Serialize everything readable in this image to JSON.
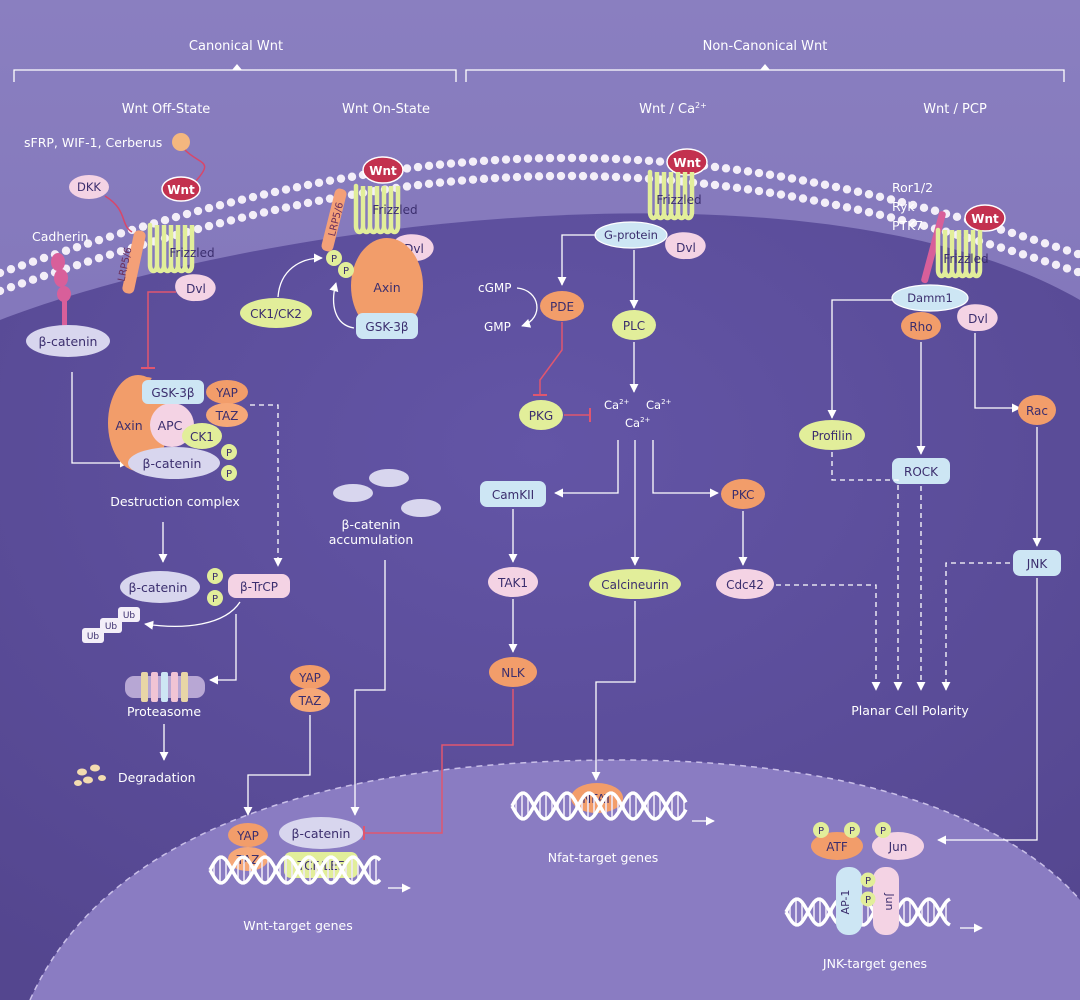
{
  "headers": {
    "canonical": "Canonical Wnt",
    "non_canonical": "Non-Canonical Wnt",
    "off_state": "Wnt Off-State",
    "on_state": "Wnt On-State",
    "ca_pathway": "Wnt / Ca",
    "ca_sup": "2+",
    "pcp_pathway": "Wnt / PCP"
  },
  "labels": {
    "sfrp": "sFRP, WIF-1, Cerberus",
    "wnt": "Wnt",
    "dkk": "DKK",
    "cadherin": "Cadherin",
    "lrp": "LRP5/6",
    "frizzled": "Frizzled",
    "dvl": "Dvl",
    "beta_catenin": "β-catenin",
    "gsk3b": "GSK-3β",
    "yap": "YAP",
    "taz": "TAZ",
    "axin": "Axin",
    "apc": "APC",
    "ck1": "CK1",
    "p": "P",
    "destruction_complex": "Destruction complex",
    "btrcp": "β-TrCP",
    "ub": "Ub",
    "proteasome": "Proteasome",
    "degradation": "Degradation",
    "ck1_ck2": "CK1/CK2",
    "accumulation_1": "β-catenin",
    "accumulation_2": "accumulation",
    "tcf_lef": "TCF/LEF",
    "wnt_target": "Wnt-target genes",
    "g_protein": "G-protein",
    "cgmp": "cGMP",
    "gmp": "GMP",
    "pde": "PDE",
    "plc": "PLC",
    "pkg": "PKG",
    "ca": "Ca",
    "ca_sup": "2+",
    "camkii": "CamKII",
    "pkc": "PKC",
    "tak1": "TAK1",
    "calcineurin": "Calcineurin",
    "cdc42": "Cdc42",
    "nlk": "NLK",
    "nfat": "NFAT",
    "nfat_target": "Nfat-target genes",
    "ror": "Ror1/2",
    "ryk": "Ryk",
    "ptk7": "PTK7",
    "damm1": "Damm1",
    "rho": "Rho",
    "profilin": "Profilin",
    "rac": "Rac",
    "rock": "ROCK",
    "jnk": "JNK",
    "pcp": "Planar Cell Polarity",
    "atf": "ATF",
    "jun": "Jun",
    "ap1": "AP-1",
    "jnk_target": "JNK-target genes"
  },
  "colors": {
    "background": "#7a6db3",
    "cytoplasm": "#5b4d9c",
    "nucleus": "#8577bd",
    "red": "#c3314f",
    "orange": "#e99a66",
    "yellow_green": "#e2ee9a",
    "pink": "#f4d3e4",
    "lavender": "#d8d6ee",
    "light_blue": "#cde6f4",
    "peach": "#f6a878",
    "magenta": "#d85f9a",
    "inhibit": "#e0566f"
  }
}
